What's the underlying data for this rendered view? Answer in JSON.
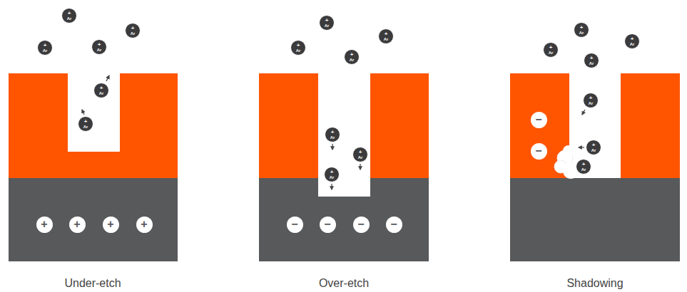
{
  "diagram": {
    "nodes": [
      {
        "text": [
          "+",
          "Ar"
        ]
      },
      {
        "text": [
          "+",
          "Ar"
        ]
      },
      {
        "text": [
          "+",
          "Ar"
        ]
      },
      {
        "text": [
          "+",
          "Ar"
        ]
      },
      {
        "text": [
          "+",
          "Ar"
        ]
      },
      {
        "text": [
          "+",
          "Ar"
        ]
      },
      {
        "text": [
          "+"
        ]
      },
      {
        "text": [
          "+"
        ]
      },
      {
        "text": [
          "+"
        ]
      },
      {
        "text": [
          "+"
        ]
      },
      {
        "text": [
          "+",
          "Ar"
        ]
      },
      {
        "text": [
          "+",
          "Ar"
        ]
      },
      {
        "text": [
          "+",
          "Ar"
        ]
      },
      {
        "text": [
          "+",
          "Ar"
        ]
      },
      {
        "text": [
          "+",
          "Ar"
        ]
      },
      {
        "text": [
          "+",
          "Ar"
        ]
      },
      {
        "text": [
          "+",
          "Ar"
        ]
      },
      {
        "text": [
          "−"
        ]
      },
      {
        "text": [
          "−"
        ]
      },
      {
        "text": [
          "−"
        ]
      },
      {
        "text": [
          "−"
        ]
      },
      {
        "text": [
          "+",
          "Ar"
        ]
      },
      {
        "text": [
          "+",
          "Ar"
        ]
      },
      {
        "text": [
          "+",
          "Ar"
        ]
      },
      {
        "text": [
          "+",
          "Ar"
        ]
      },
      {
        "text": [
          "+",
          "Ar"
        ]
      },
      {
        "text": [
          "+",
          "Ar"
        ]
      },
      {
        "text": [
          "+",
          "Ar"
        ]
      },
      {
        "text": [
          "−"
        ]
      },
      {
        "text": [
          "−"
        ]
      }
    ],
    "labels": [
      "Under-etch",
      "Over-etch",
      "Shadowing"
    ]
  }
}
